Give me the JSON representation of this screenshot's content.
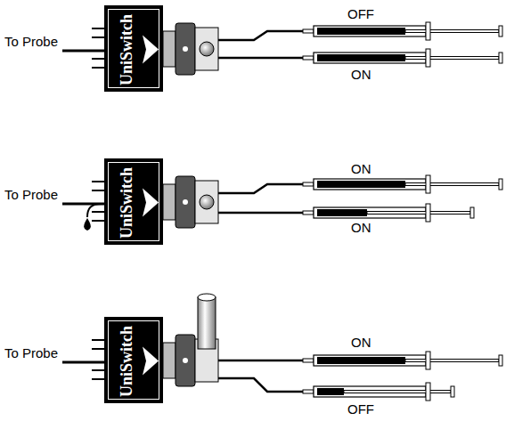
{
  "diagram": {
    "nodes": [
      {
        "text": [
          "UniSwitch"
        ]
      },
      {
        "text": [
          "UniSwitch"
        ]
      },
      {
        "text": [
          "UniSwitch"
        ]
      }
    ],
    "labels": [
      "To Probe",
      "OFF",
      "ON",
      "To Probe",
      "ON",
      "ON",
      "To Probe",
      "ON",
      "OFF"
    ]
  }
}
